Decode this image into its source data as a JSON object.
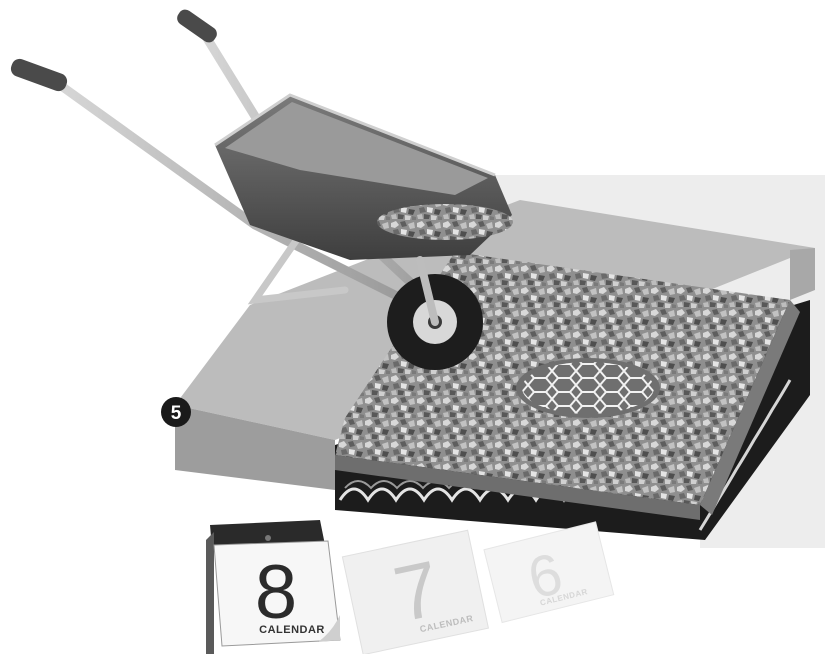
{
  "step": {
    "number": "5"
  },
  "calendar": {
    "pages": [
      {
        "day": "8",
        "label": "CALENDAR"
      },
      {
        "day": "7",
        "label": "CALENDAR"
      },
      {
        "day": "6",
        "label": "CALENDAR"
      }
    ]
  },
  "colors": {
    "background_panel": "#eeeeee",
    "slab_top": "#b9b9b9",
    "slab_side": "#9c9c9c",
    "gravel": "#8d8d8d",
    "grid_cells": "#1b1b1b",
    "barrow_tray": "#5a5a5a",
    "handle_grip": "#4a4a4a",
    "badge": "#1a1a1a"
  },
  "icons": [
    "wheelbarrow-icon",
    "gravel-icon",
    "honeycomb-grid-icon",
    "calendar-icon"
  ]
}
